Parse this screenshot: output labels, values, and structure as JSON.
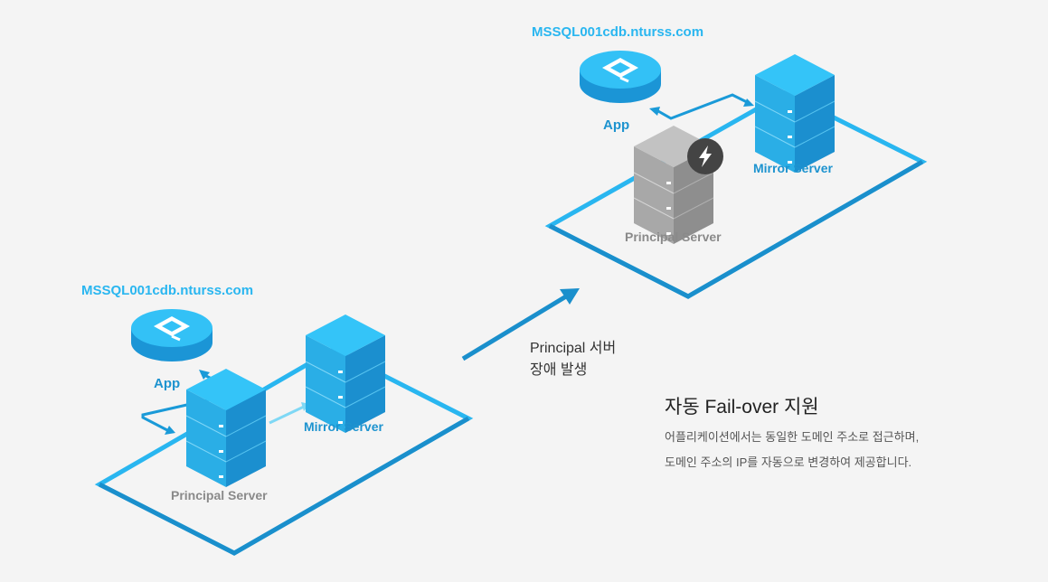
{
  "colors": {
    "blue": "#29b6f0",
    "blue_dark": "#1a8fcc",
    "gray": "#9a9a9a",
    "background": "#f4f4f4"
  },
  "left_group": {
    "hostname": "MSSQL001cdb.nturss.com",
    "app_label": "App",
    "mirror_label": "Mirror Server",
    "principal_label": "Principal Server"
  },
  "right_group": {
    "hostname": "MSSQL001cdb.nturss.com",
    "app_label": "App",
    "mirror_label": "Mirror Server",
    "principal_label": "Principal Server",
    "failure_icon": "lightning-bolt-icon"
  },
  "event": {
    "line1": "Principal 서버",
    "line2": "장애 발생"
  },
  "info": {
    "title": "자동 Fail-over 지원",
    "line1": "어플리케이션에서는 동일한 도메인 주소로 접근하며,",
    "line2": "도메인 주소의 IP를 자동으로 변경하여 제공합니다."
  }
}
